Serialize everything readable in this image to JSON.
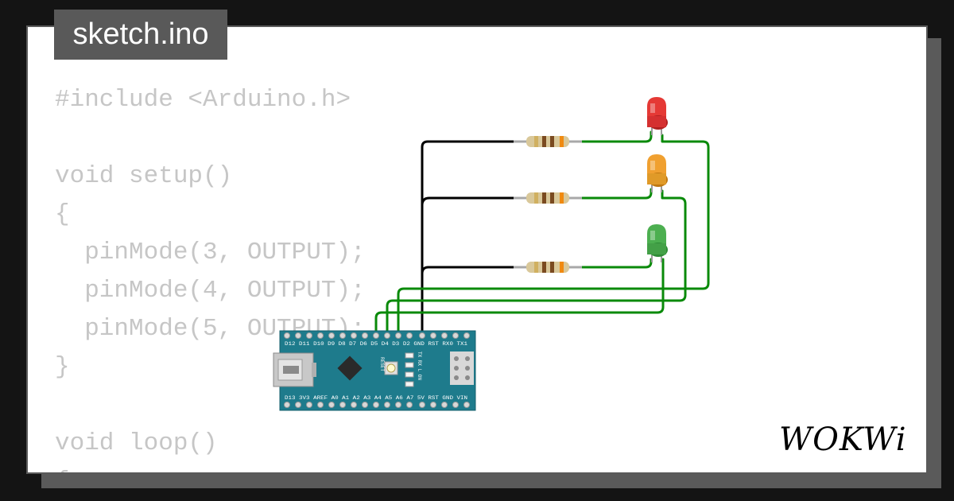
{
  "filename_tab": {
    "label": "sketch.ino"
  },
  "code_lines": [
    "#include <Arduino.h>",
    "",
    "void setup()",
    "{",
    "  pinMode(3, OUTPUT);",
    "  pinMode(4, OUTPUT);",
    "  pinMode(5, OUTPUT);",
    "}",
    "",
    "void loop()",
    "{"
  ],
  "board": {
    "top_pin_labels": "D12 D11 D10 D9 D8 D7 D6 D5 D4 D3 D2 GND RST RX0 TX1",
    "bottom_pin_labels": "D13 3V3 AREF A0 A1 A2 A3 A4 A5 A6 A7 5V RST GND VIN",
    "reset_label": "RESET",
    "led_labels": "TX RX L ON"
  },
  "leds": [
    {
      "name": "red",
      "color": "#e53935"
    },
    {
      "name": "yellow",
      "color": "#f0a030"
    },
    {
      "name": "green",
      "color": "#4caf50"
    }
  ],
  "colors": {
    "wire_signal": "#0a8a0a",
    "wire_ground": "#000000",
    "board": "#1e7b8c",
    "code_text": "#c6c6c6",
    "tab_bg": "#595959"
  },
  "logo": {
    "text": "WOKWi"
  }
}
